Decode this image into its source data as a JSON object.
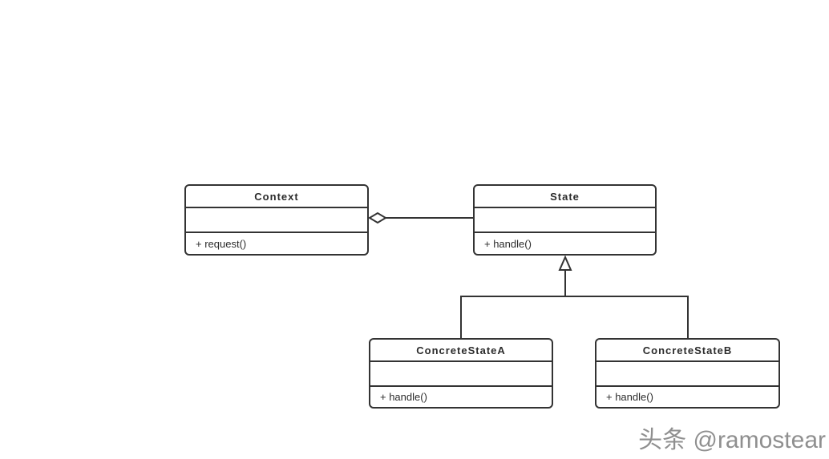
{
  "diagram": {
    "type": "uml-class-diagram",
    "pattern": "State",
    "classes": [
      {
        "name": "Context",
        "attributes": "",
        "methods": [
          "+ request()"
        ]
      },
      {
        "name": "State",
        "attributes": "",
        "methods": [
          "+ handle()"
        ]
      },
      {
        "name": "ConcreteStateA",
        "attributes": "",
        "methods": [
          "+ handle()"
        ]
      },
      {
        "name": "ConcreteStateB",
        "attributes": "",
        "methods": [
          "+ handle()"
        ]
      }
    ],
    "relations": [
      {
        "type": "aggregation",
        "from": "Context",
        "to": "State",
        "marker": "hollow-diamond"
      },
      {
        "type": "inheritance",
        "from": "ConcreteStateA",
        "to": "State",
        "marker": "hollow-triangle"
      },
      {
        "type": "inheritance",
        "from": "ConcreteStateB",
        "to": "State",
        "marker": "hollow-triangle"
      }
    ],
    "colors": {
      "stroke": "#333333",
      "box_fill": "#ffffff",
      "background": "#ffffff",
      "watermark": "#8f8f8f"
    }
  },
  "watermark": {
    "text": "头条 @ramostear"
  }
}
